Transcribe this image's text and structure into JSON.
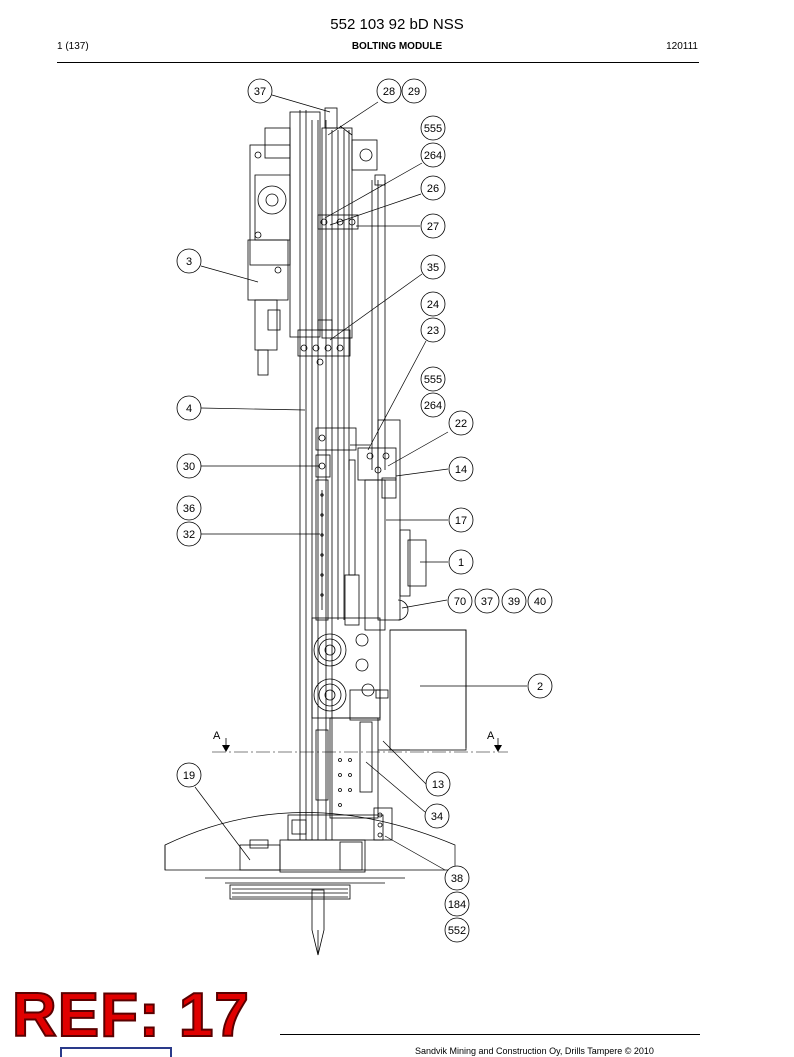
{
  "header": {
    "doc_title": "552 103 92 bD NSS",
    "page_number": "1 (137)",
    "module_title": "BOLTING MODULE",
    "date_code": "120111"
  },
  "footer": {
    "copyright": "Sandvik Mining and Construction Oy, Drills Tampere © 2010"
  },
  "watermark": {
    "ref_label": "REF: 17"
  },
  "section_markers": [
    "A",
    "A"
  ],
  "callouts": [
    {
      "id": "c37a",
      "label": "37"
    },
    {
      "id": "c28",
      "label": "28"
    },
    {
      "id": "c29",
      "label": "29"
    },
    {
      "id": "c555a",
      "label": "555"
    },
    {
      "id": "c264a",
      "label": "264"
    },
    {
      "id": "c26",
      "label": "26"
    },
    {
      "id": "c27",
      "label": "27"
    },
    {
      "id": "c3",
      "label": "3"
    },
    {
      "id": "c35",
      "label": "35"
    },
    {
      "id": "c24",
      "label": "24"
    },
    {
      "id": "c23",
      "label": "23"
    },
    {
      "id": "c555b",
      "label": "555"
    },
    {
      "id": "c264b",
      "label": "264"
    },
    {
      "id": "c4",
      "label": "4"
    },
    {
      "id": "c22",
      "label": "22"
    },
    {
      "id": "c30",
      "label": "30"
    },
    {
      "id": "c14",
      "label": "14"
    },
    {
      "id": "c36",
      "label": "36"
    },
    {
      "id": "c17",
      "label": "17"
    },
    {
      "id": "c32",
      "label": "32"
    },
    {
      "id": "c1",
      "label": "1"
    },
    {
      "id": "c70",
      "label": "70"
    },
    {
      "id": "c37b",
      "label": "37"
    },
    {
      "id": "c39",
      "label": "39"
    },
    {
      "id": "c40",
      "label": "40"
    },
    {
      "id": "c2",
      "label": "2"
    },
    {
      "id": "c19",
      "label": "19"
    },
    {
      "id": "c13",
      "label": "13"
    },
    {
      "id": "c34",
      "label": "34"
    },
    {
      "id": "c38",
      "label": "38"
    },
    {
      "id": "c184",
      "label": "184"
    },
    {
      "id": "c552",
      "label": "552"
    }
  ]
}
